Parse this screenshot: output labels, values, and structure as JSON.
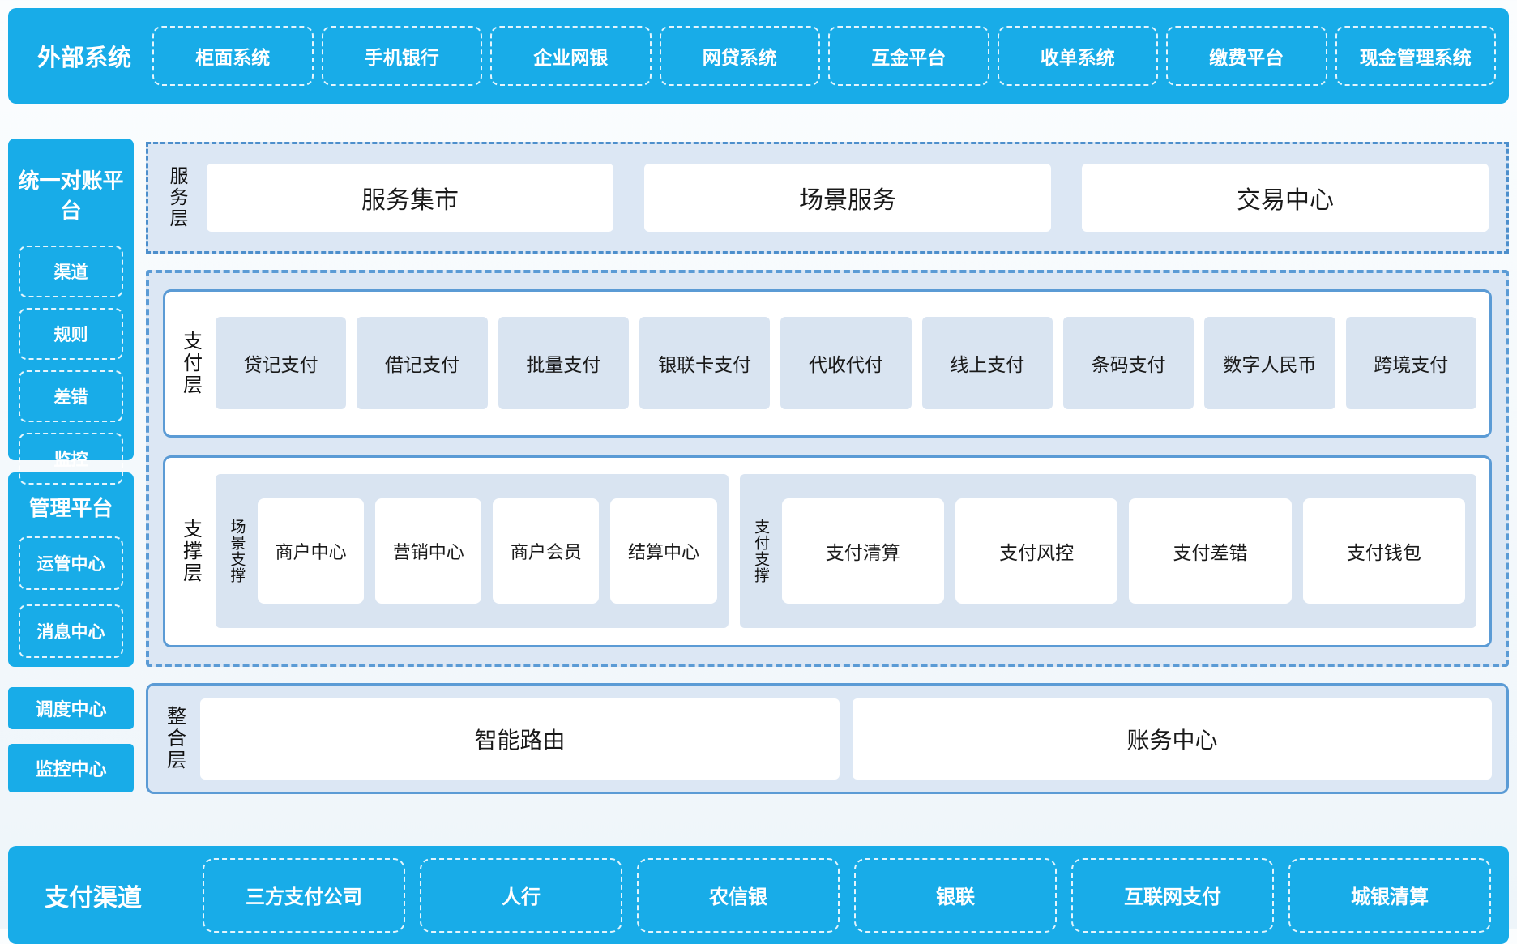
{
  "colors": {
    "bright_blue": "#18ACE8",
    "panel_border_blue": "#5B9BD5",
    "dashdot_border_blue": "#4D8FCC",
    "container_bg_light": "#DCE7F4",
    "item_bg_light": "#D9E4F1",
    "page_bg": "#EEF5FA",
    "text_dark": "#1A1A1A"
  },
  "top_bar": {
    "label": "外部系统",
    "items": [
      "柜面系统",
      "手机银行",
      "企业网银",
      "网贷系统",
      "互金平台",
      "收单系统",
      "缴费平台",
      "现金管理系统"
    ]
  },
  "sidebar": {
    "reconciliation": {
      "title": "统一对账平台",
      "items": [
        "渠道",
        "规则",
        "差错",
        "监控"
      ]
    },
    "management": {
      "title": "管理平台",
      "items": [
        "运管中心",
        "消息中心"
      ]
    },
    "dispatch_center": "调度中心",
    "monitor_center": "监控中心"
  },
  "layers": {
    "service": {
      "label": "服务层",
      "items": [
        "服务集市",
        "场景服务",
        "交易中心"
      ]
    },
    "payment": {
      "label": "支付层",
      "items": [
        "贷记支付",
        "借记支付",
        "批量支付",
        "银联卡支付",
        "代收代付",
        "线上支付",
        "条码支付",
        "数字人民币",
        "跨境支付"
      ]
    },
    "support": {
      "label": "支撑层",
      "groups": [
        {
          "label": "场景支撑",
          "items": [
            "商户中心",
            "营销中心",
            "商户会员",
            "结算中心"
          ]
        },
        {
          "label": "支付支撑",
          "items": [
            "支付清算",
            "支付风控",
            "支付差错",
            "支付钱包"
          ]
        }
      ]
    },
    "integration": {
      "label": "整合层",
      "items": [
        "智能路由",
        "账务中心"
      ]
    }
  },
  "bottom_bar": {
    "label": "支付渠道",
    "items": [
      "三方支付公司",
      "人行",
      "农信银",
      "银联",
      "互联网支付",
      "城银清算"
    ]
  }
}
